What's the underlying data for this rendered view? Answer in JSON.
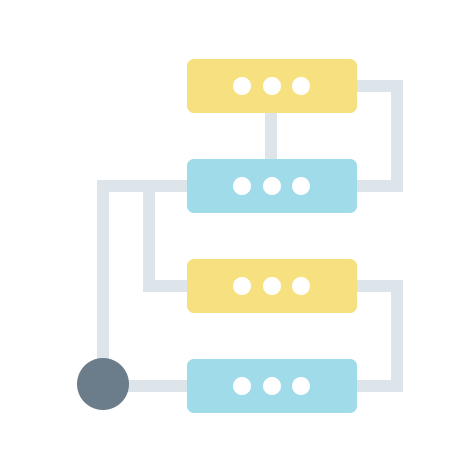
{
  "icon": {
    "name": "server-network-hierarchy-icon",
    "colors": {
      "background": "#ffffff",
      "connector": "#dde4ea",
      "yellow_block": "#f7e07f",
      "blue_block": "#9fdbe8",
      "dot": "#ffffff",
      "root_node": "#6b7c8a"
    },
    "blocks": [
      {
        "id": "server-block-1",
        "color_key": "yellow_block",
        "dots": 3
      },
      {
        "id": "server-block-2",
        "color_key": "blue_block",
        "dots": 3
      },
      {
        "id": "server-block-3",
        "color_key": "yellow_block",
        "dots": 3
      },
      {
        "id": "server-block-4",
        "color_key": "blue_block",
        "dots": 3
      }
    ]
  }
}
